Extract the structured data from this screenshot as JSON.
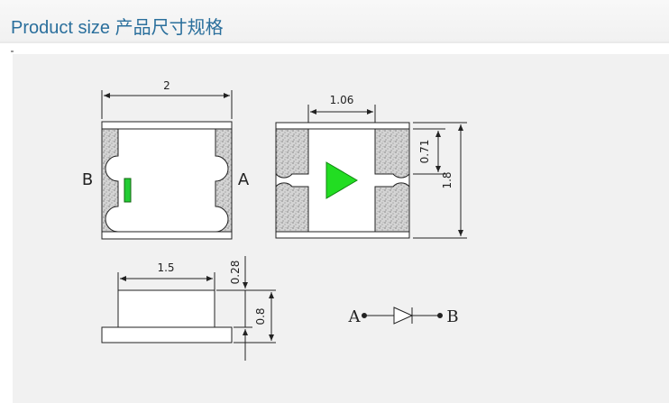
{
  "header": {
    "title": "Product size 产品尺寸规格"
  },
  "top_view": {
    "width_dim": "2",
    "label_left": "B",
    "label_right": "A"
  },
  "bottom_view": {
    "width_dim": "1.06",
    "pad_dim": "0.71",
    "height_dim": "1.8"
  },
  "side_view": {
    "width_dim": "1.5",
    "lens_dim": "0.28",
    "height_dim": "0.8"
  },
  "schematic": {
    "anode_label": "A",
    "cathode_label": "B"
  },
  "colors": {
    "header_text": "#2a6f9c",
    "led_green": "#22dd22",
    "pad_fill": "#d0d0d0"
  }
}
